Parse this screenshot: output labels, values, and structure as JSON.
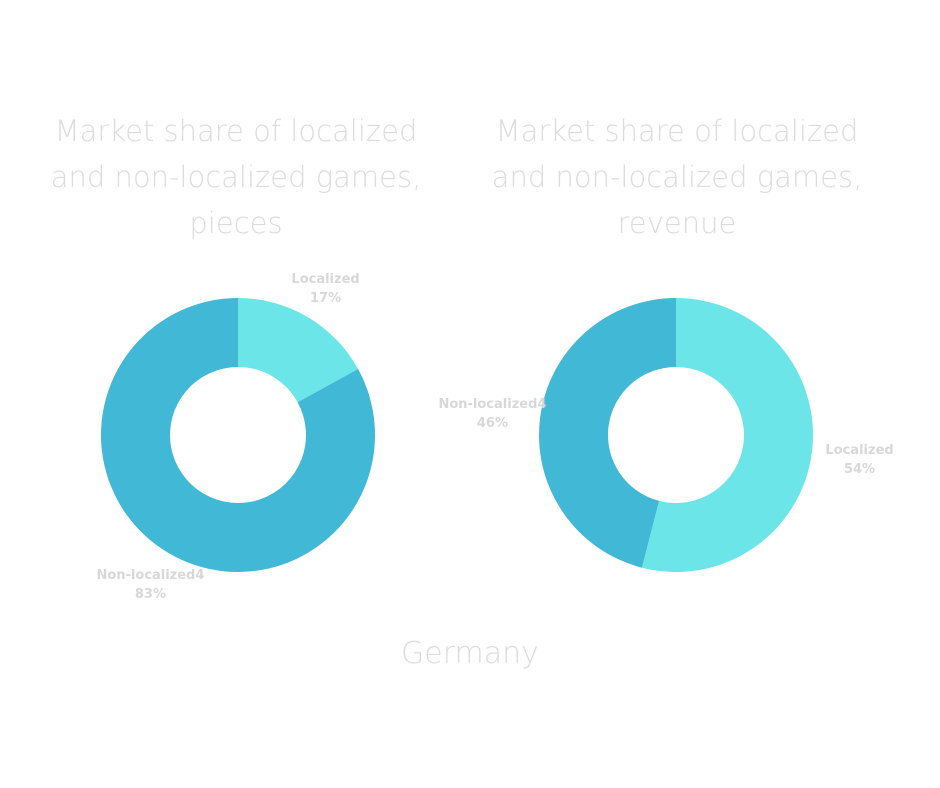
{
  "chart_data": [
    {
      "type": "pie",
      "donut": true,
      "title_lines": [
        "Market share of localized",
        "and non-localized games,",
        "pieces"
      ],
      "slices": [
        {
          "label": "Localized",
          "value": 17,
          "value_label": "17%",
          "color": "#6ce5e8"
        },
        {
          "label": "Non-localized4",
          "value": 83,
          "value_label": "83%",
          "color": "#41b8d5"
        }
      ]
    },
    {
      "type": "pie",
      "donut": true,
      "title_lines": [
        "Market share of localized",
        "and non-localized games,",
        "revenue"
      ],
      "slices": [
        {
          "label": "Localized",
          "value": 54,
          "value_label": "54%",
          "color": "#6ce5e8"
        },
        {
          "label": "Non-localized4",
          "value": 46,
          "value_label": "46%",
          "color": "#41b8d5"
        }
      ]
    }
  ],
  "footer": {
    "title": "Germany"
  }
}
